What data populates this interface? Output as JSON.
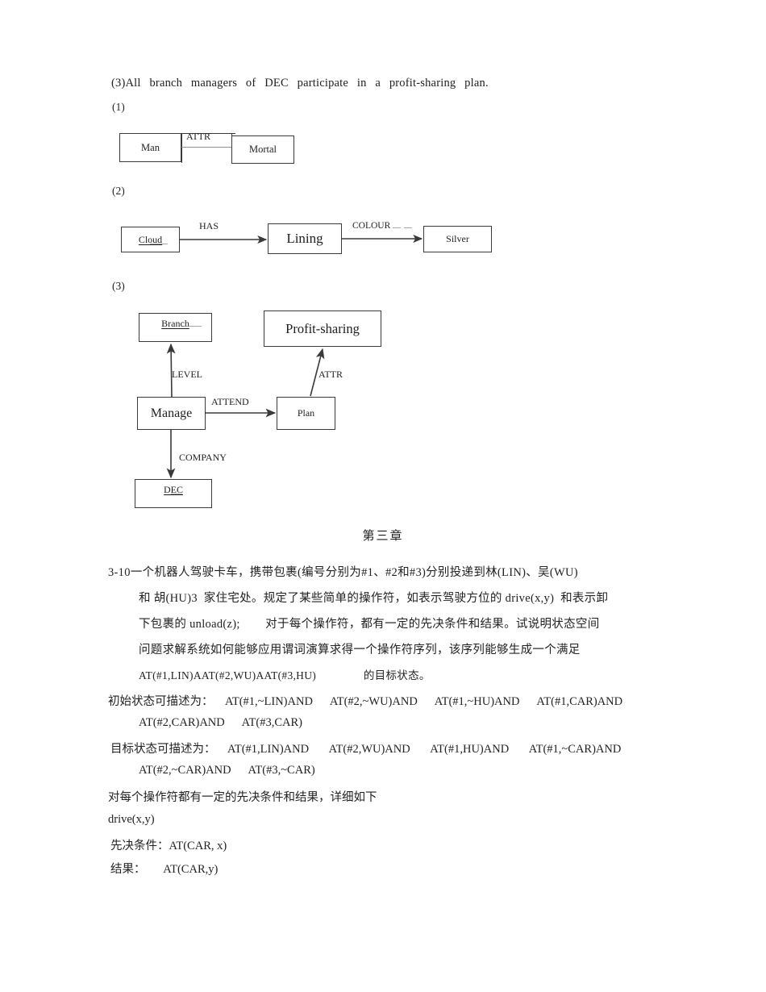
{
  "document": {
    "intro_line": "(3)All  branch  managers  of  DEC   participate   in   a   profit-sharing   plan.",
    "section_labels": {
      "one": "(1)",
      "two": "(2)",
      "three": "(3)"
    },
    "chapter_heading": "第三章"
  },
  "diagram1": {
    "nodes": {
      "man": "Man",
      "mortal": "Mortal"
    },
    "edges": {
      "attr": "ATTR"
    }
  },
  "diagram2": {
    "nodes": {
      "cloud": "Cloud",
      "lining": "Lining",
      "silver": "Silver"
    },
    "edges": {
      "has": "HAS",
      "colour": "COLOUR"
    }
  },
  "diagram3": {
    "nodes": {
      "branch": "Branch",
      "profit_sharing": "Profit-sharing",
      "manager": "Manage",
      "plan": "Plan",
      "dec": "DEC"
    },
    "edges": {
      "level": "LEVEL",
      "attend": "ATTEND",
      "company": "COMPANY",
      "attr": "ATTR"
    }
  },
  "question": {
    "line1": "3-10一个机器人驾驶卡车，携带包裹(编号分别为#1、#2和#3)分别投递到林(LIN)、吴(WU)",
    "line2": "和 胡(HU)3  家住宅处。规定了某些简单的操作符，如表示驾驶方位的 drive(x,y)  和表示卸",
    "line3": "下包裹的 unload(z);        对于每个操作符，都有一定的先决条件和结果。试说明状态空间",
    "line4": "问题求解系统如何能够应用谓词演算求得一个操作符序列，该序列能够生成一个满足",
    "line5": "AT(#1,LIN)AAT(#2,WU)AAT(#3,HU)                的目标状态。"
  },
  "states": {
    "initial_line1": "初始状态可描述为：    AT(#1,~LIN)AND      AT(#2,~WU)AND      AT(#1,~HU)AND      AT(#1,CAR)AND",
    "initial_line2": "AT(#2,CAR)AND      AT(#3,CAR)",
    "goal_line1": "目标状态可描述为：    AT(#1,LIN)AND       AT(#2,WU)AND       AT(#1,HU)AND       AT(#1,~CAR)AND",
    "goal_line2": "AT(#2,~CAR)AND      AT(#3,~CAR)"
  },
  "operators": {
    "intro": "对每个操作符都有一定的先决条件和结果，详细如下",
    "name": "drive(x,y)",
    "precondition": "先决条件：AT(CAR, x)",
    "effect": "结果：      AT(CAR,y)"
  },
  "colors": {
    "page_background": "#ffffff",
    "ink": "#222222",
    "box_stroke": "#3b3b3b",
    "arrow_stroke": "#3a3a3a"
  }
}
